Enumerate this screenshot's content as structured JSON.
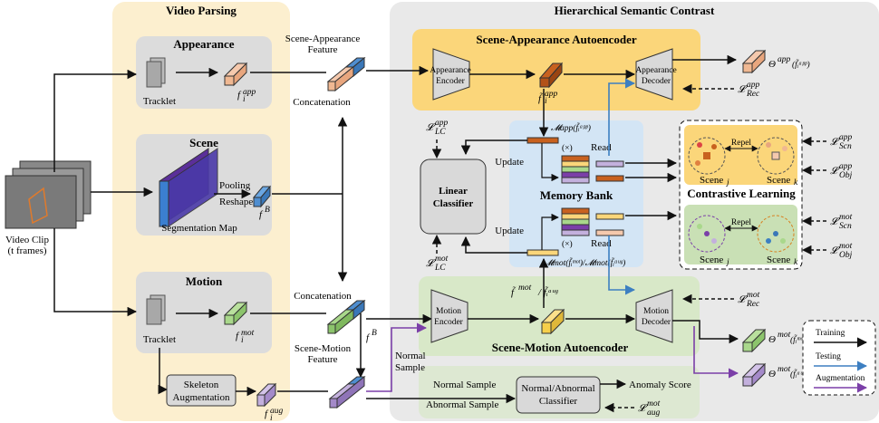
{
  "panels": {
    "video_parsing": "Video Parsing",
    "hierarchical": "Hierarchical Semantic Contrast",
    "appearance": "Appearance",
    "scene": "Scene",
    "motion": "Motion",
    "scene_ae": "Scene-Appearance Autoencoder",
    "motion_ae": "Scene-Motion Autoencoder",
    "memory_bank": "Memory Bank",
    "contrastive": "Contrastive Learning"
  },
  "input": {
    "line1": "Video Clip",
    "line2": "(t frames)"
  },
  "labels": {
    "tracklet": "Tracklet",
    "tracklet2": "Tracklet",
    "pooling": "Pooling",
    "reshape": "Reshape",
    "seg_map": "Segmentation Map",
    "skeleton1": "Skeleton",
    "skeleton2": "Augmentation",
    "sa_feat1": "Scene-Appearance",
    "sa_feat2": "Feature",
    "concat1": "Concatenation",
    "concat2": "Concatenation",
    "sm_feat1": "Scene-Motion",
    "sm_feat2": "Feature",
    "app_enc1": "Appearance",
    "app_enc2": "Encoder",
    "app_dec1": "Appearance",
    "app_dec2": "Decoder",
    "mot_enc1": "Motion",
    "mot_enc2": "Encoder",
    "mot_dec1": "Motion",
    "mot_dec2": "Decoder",
    "linear1": "Linear",
    "linear2": "Classifier",
    "update1": "Update",
    "update2": "Update",
    "read1": "Read",
    "read2": "Read",
    "times1": "(×)",
    "times2": "(×)",
    "repel1": "Repel",
    "repel2": "Repel",
    "scene_j1": "Scene",
    "scene_k1": "Scene",
    "scene_j2": "Scene",
    "scene_k2": "Scene",
    "normal_sample_v1": "Normal",
    "normal_sample_v2": "Sample",
    "normal_sample": "Normal Sample",
    "abnormal_sample": "Abnormal Sample",
    "cls1": "Normal/Abnormal",
    "cls2": "Classifier",
    "anomaly": "Anomaly Score"
  },
  "math": {
    "f_app": "f",
    "f_B": "f",
    "f_mot": "f",
    "f_aug": "f",
    "f_tilde_app": "f̃",
    "f_tilde_mot": "f̃",
    "M_app": "𝓜",
    "M_mot": "𝓜",
    "theta_app": "Θ",
    "theta_mot": "Θ",
    "theta_aug": "Θ",
    "L_app_LC": "𝓛",
    "L_mot_LC": "𝓛",
    "L_app_Rec": "𝓛",
    "L_mot_Rec": "𝓛",
    "L_app_Scn": "𝓛",
    "L_app_Obj": "𝓛",
    "L_mot_Scn": "𝓛",
    "L_mot_Obj": "𝓛",
    "L_mot_aug": "𝓛"
  },
  "legend": {
    "training": "Training",
    "testing": "Testing",
    "augmentation": "Augmentation"
  },
  "colors": {
    "yellow_panel": "#fcefcf",
    "grey_panel": "#e6e6e6",
    "gold_box": "#fbd67a",
    "green_box": "#d8e8c8",
    "blue_box": "#d3e5f5",
    "app_feat": "#f5c9ad",
    "mot_feat": "#a9d88b",
    "aug_feat": "#c3b0dd",
    "scene_feat": "#4f8ed0",
    "testing_blue": "#3d7fc1",
    "augment_purple": "#7b3fa8"
  }
}
